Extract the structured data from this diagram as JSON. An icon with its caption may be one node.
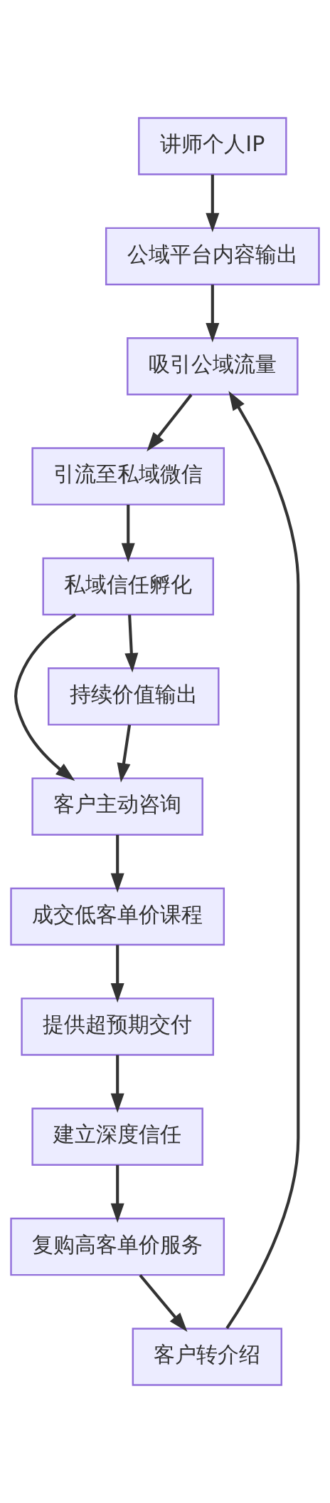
{
  "diagram": {
    "nodes": [
      {
        "text": [
          "讲师个人IP"
        ]
      },
      {
        "text": [
          "公域平台内容输出"
        ]
      },
      {
        "text": [
          "吸引公域流量"
        ]
      },
      {
        "text": [
          "引流至私域微信"
        ]
      },
      {
        "text": [
          "私域信任孵化"
        ]
      },
      {
        "text": [
          "持续价值输出"
        ]
      },
      {
        "text": [
          "客户主动咨询"
        ]
      },
      {
        "text": [
          "成交低客单价课程"
        ]
      },
      {
        "text": [
          "提供超预期交付"
        ]
      },
      {
        "text": [
          "建立深度信任"
        ]
      },
      {
        "text": [
          "复购高客单价服务"
        ]
      },
      {
        "text": [
          "客户转介绍"
        ]
      }
    ],
    "edges": [
      {
        "from": 0,
        "to": 1,
        "arrow": "to"
      },
      {
        "from": 1,
        "to": 2,
        "arrow": "to"
      },
      {
        "from": 2,
        "to": 3,
        "arrow": "to"
      },
      {
        "from": 3,
        "to": 4,
        "arrow": "to"
      },
      {
        "from": 4,
        "to": 6,
        "arrow": "to"
      },
      {
        "from": 4,
        "to": 5,
        "arrow": "to"
      },
      {
        "from": 5,
        "to": 6,
        "arrow": "to"
      },
      {
        "from": 6,
        "to": 7,
        "arrow": "to"
      },
      {
        "from": 7,
        "to": 8,
        "arrow": "to"
      },
      {
        "from": 8,
        "to": 9,
        "arrow": "to"
      },
      {
        "from": 9,
        "to": 10,
        "arrow": "to"
      },
      {
        "from": 10,
        "to": 11,
        "arrow": "to"
      },
      {
        "from": 11,
        "to": 2,
        "arrow": "to"
      }
    ]
  }
}
